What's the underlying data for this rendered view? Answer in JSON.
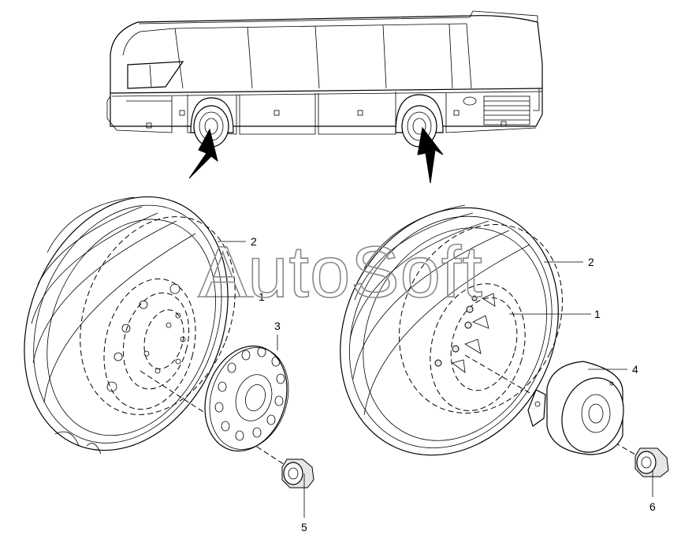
{
  "watermark": "AutoSoft",
  "callouts": {
    "front_tire": "2",
    "front_rim": "1",
    "hub_cover": "3",
    "front_nut": "5",
    "rear_tire": "2",
    "rear_rim": "1",
    "rear_hub": "4",
    "rear_nut": "6"
  }
}
